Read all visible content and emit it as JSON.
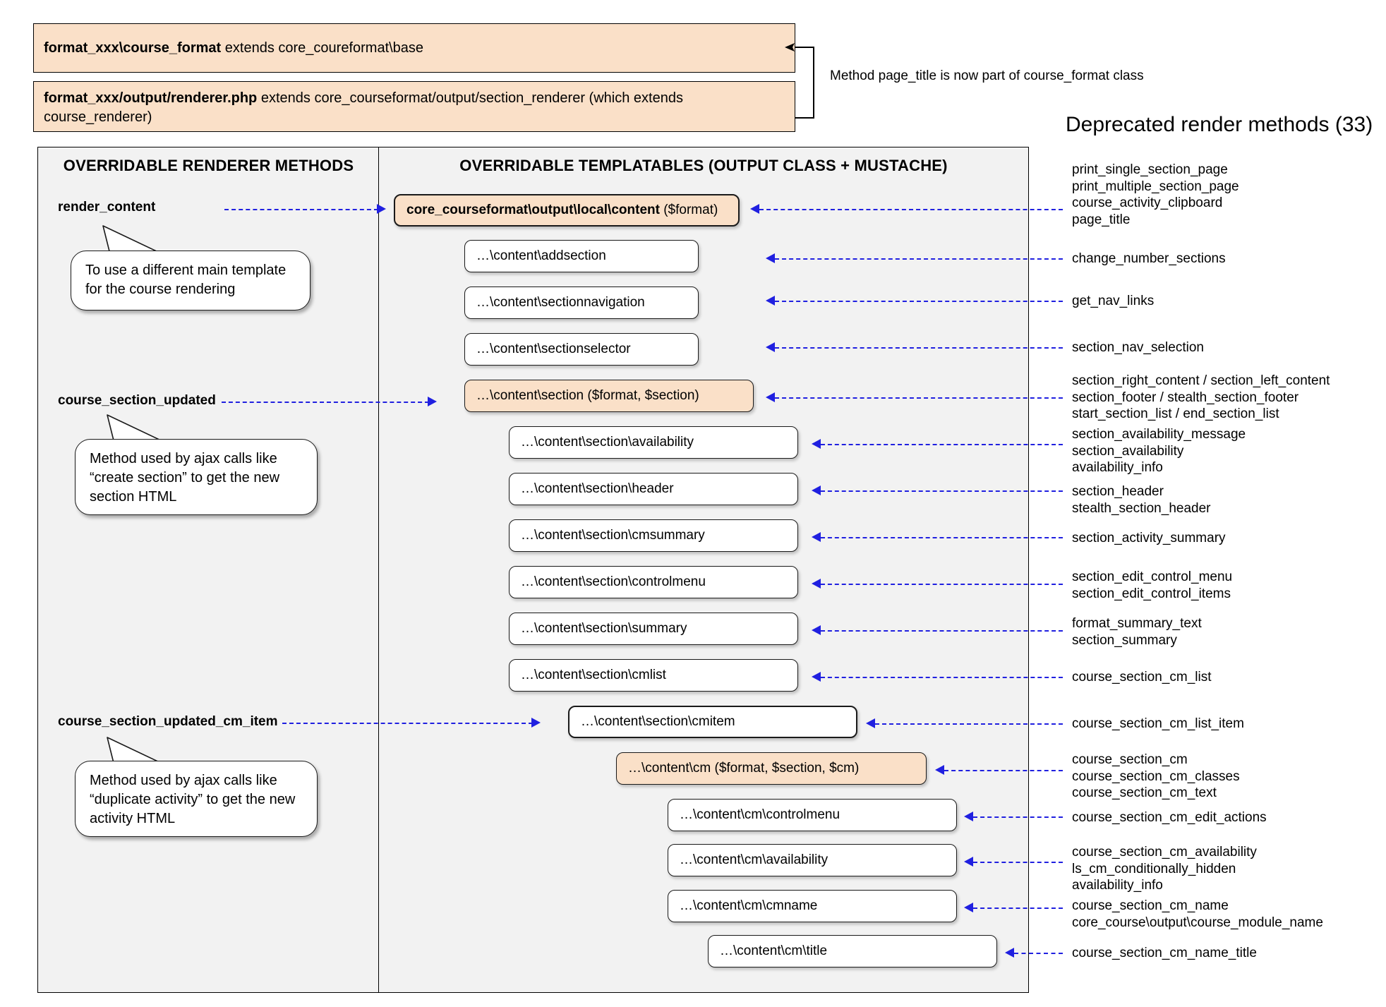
{
  "header": {
    "class_box": {
      "bold": "format_xxx\\course_format",
      "rest": " extends core_coureformat\\base"
    },
    "renderer_box": {
      "bold": "format_xxx/output/renderer.php",
      "rest": " extends core_courseformat/output/section_renderer (which extends course_renderer)"
    },
    "note": "Method page_title is now part of course_format class",
    "deprecated_title": "Deprecated render methods (33)"
  },
  "left_panel": {
    "title": "OVERRIDABLE RENDERER METHODS",
    "methods": [
      {
        "label": "render_content",
        "callout": "To use a different main template for the course rendering"
      },
      {
        "label": "course_section_updated",
        "callout": "Method used by ajax calls like “create section” to get the new section HTML"
      },
      {
        "label": "course_section_updated_cm_item",
        "callout": "Method used by ajax calls like “duplicate activity” to get the new activity HTML"
      }
    ]
  },
  "center_panel": {
    "title": "OVERRIDABLE TEMPLATABLES (OUTPUT CLASS + MUSTACHE)",
    "boxes": [
      {
        "bold": "core_courseformat\\output\\local\\content",
        "rest": " ($format)"
      },
      {
        "bold": "",
        "rest": "…\\content\\addsection"
      },
      {
        "bold": "",
        "rest": "…\\content\\sectionnavigation"
      },
      {
        "bold": "",
        "rest": "…\\content\\sectionselector"
      },
      {
        "bold": "",
        "rest": "…\\content\\section ($format, $section)"
      },
      {
        "bold": "",
        "rest": "…\\content\\section\\availability"
      },
      {
        "bold": "",
        "rest": "…\\content\\section\\header"
      },
      {
        "bold": "",
        "rest": "…\\content\\section\\cmsummary"
      },
      {
        "bold": "",
        "rest": "…\\content\\section\\controlmenu"
      },
      {
        "bold": "",
        "rest": "…\\content\\section\\summary"
      },
      {
        "bold": "",
        "rest": "…\\content\\section\\cmlist"
      },
      {
        "bold": "",
        "rest": "…\\content\\section\\cmitem"
      },
      {
        "bold": "",
        "rest": "…\\content\\cm ($format, $section, $cm)"
      },
      {
        "bold": "",
        "rest": "…\\content\\cm\\controlmenu"
      },
      {
        "bold": "",
        "rest": "…\\content\\cm\\availability"
      },
      {
        "bold": "",
        "rest": "…\\content\\cm\\cmname"
      },
      {
        "bold": "",
        "rest": "…\\content\\cm\\title"
      }
    ]
  },
  "deprecated_methods": [
    {
      "lines": [
        "print_single_section_page",
        "print_multiple_section_page",
        "course_activity_clipboard",
        "page_title"
      ]
    },
    {
      "lines": [
        "change_number_sections"
      ]
    },
    {
      "lines": [
        "get_nav_links"
      ]
    },
    {
      "lines": [
        "section_nav_selection"
      ]
    },
    {
      "lines": [
        "section_right_content / section_left_content",
        "section_footer / stealth_section_footer",
        "start_section_list / end_section_list"
      ]
    },
    {
      "lines": [
        "section_availability_message",
        "section_availability",
        "availability_info"
      ]
    },
    {
      "lines": [
        "section_header",
        "stealth_section_header"
      ]
    },
    {
      "lines": [
        "section_activity_summary"
      ]
    },
    {
      "lines": [
        "section_edit_control_menu",
        "section_edit_control_items"
      ]
    },
    {
      "lines": [
        "format_summary_text",
        "section_summary"
      ]
    },
    {
      "lines": [
        "course_section_cm_list"
      ]
    },
    {
      "lines": [
        "course_section_cm_list_item"
      ]
    },
    {
      "lines": [
        "course_section_cm",
        "course_section_cm_classes",
        "course_section_cm_text"
      ]
    },
    {
      "lines": [
        "course_section_cm_edit_actions"
      ]
    },
    {
      "lines": [
        "course_section_cm_availability",
        "ls_cm_conditionally_hidden",
        "availability_info"
      ]
    },
    {
      "lines": [
        "course_section_cm_name",
        "core_course\\output\\course_module_name"
      ]
    },
    {
      "lines": [
        "course_section_cm_name_title"
      ]
    }
  ],
  "colors": {
    "orange_fill": "#fae0c8",
    "panel_fill": "#f2f2f2",
    "connector": "#2020e0"
  }
}
